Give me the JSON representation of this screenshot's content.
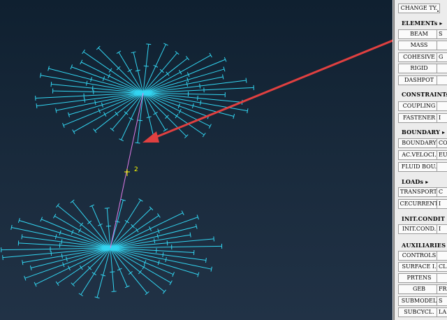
{
  "viewport": {
    "node_label": "2",
    "colors": {
      "spokes": "#33d6f2",
      "beam": "#e07be8",
      "label": "#ffff00",
      "arrow": "#e04040"
    }
  },
  "panel": {
    "top_button": "CHANGE TY.",
    "sections": {
      "elements": {
        "header": "ELEMENTs",
        "rows": [
          {
            "label": "BEAM",
            "right": "S"
          },
          {
            "label": "MASS",
            "right": ""
          },
          {
            "label": "COHESIVE",
            "right": "G"
          },
          {
            "label": "RIGID",
            "right": ""
          },
          {
            "label": "DASHPOT",
            "right": ""
          }
        ]
      },
      "constraints": {
        "header": "CONSTRAINTs",
        "rows": [
          {
            "label": "COUPLING",
            "right": ""
          },
          {
            "label": "FASTENER",
            "right": "I"
          }
        ]
      },
      "boundary": {
        "header": "BOUNDARY",
        "rows": [
          {
            "label": "BOUNDARY",
            "right": "CO"
          },
          {
            "label": "AC.VELOCI.",
            "right": "EUL"
          },
          {
            "label": "FLUID BOU.",
            "right": ""
          }
        ]
      },
      "loads": {
        "header": "LOADs",
        "rows": [
          {
            "label": "TRANSPORT.",
            "right": "C"
          },
          {
            "label": "CECURRENT",
            "right": "I"
          }
        ]
      },
      "init": {
        "header": "INIT.CONDIT",
        "rows": [
          {
            "label": "INIT.COND.",
            "right": "I"
          }
        ]
      },
      "auxiliaries": {
        "header": "AUXILIARIES",
        "rows": [
          {
            "label": "CONTROLS",
            "right": ""
          },
          {
            "label": "SURFACE I.",
            "right": "CL"
          },
          {
            "label": "PRTENS",
            "right": ""
          },
          {
            "label": "GEB",
            "right": "FR"
          },
          {
            "label": "SUBMODEL",
            "right": "S"
          },
          {
            "label": "SUBCYCL.",
            "right": "LA"
          }
        ]
      }
    }
  }
}
